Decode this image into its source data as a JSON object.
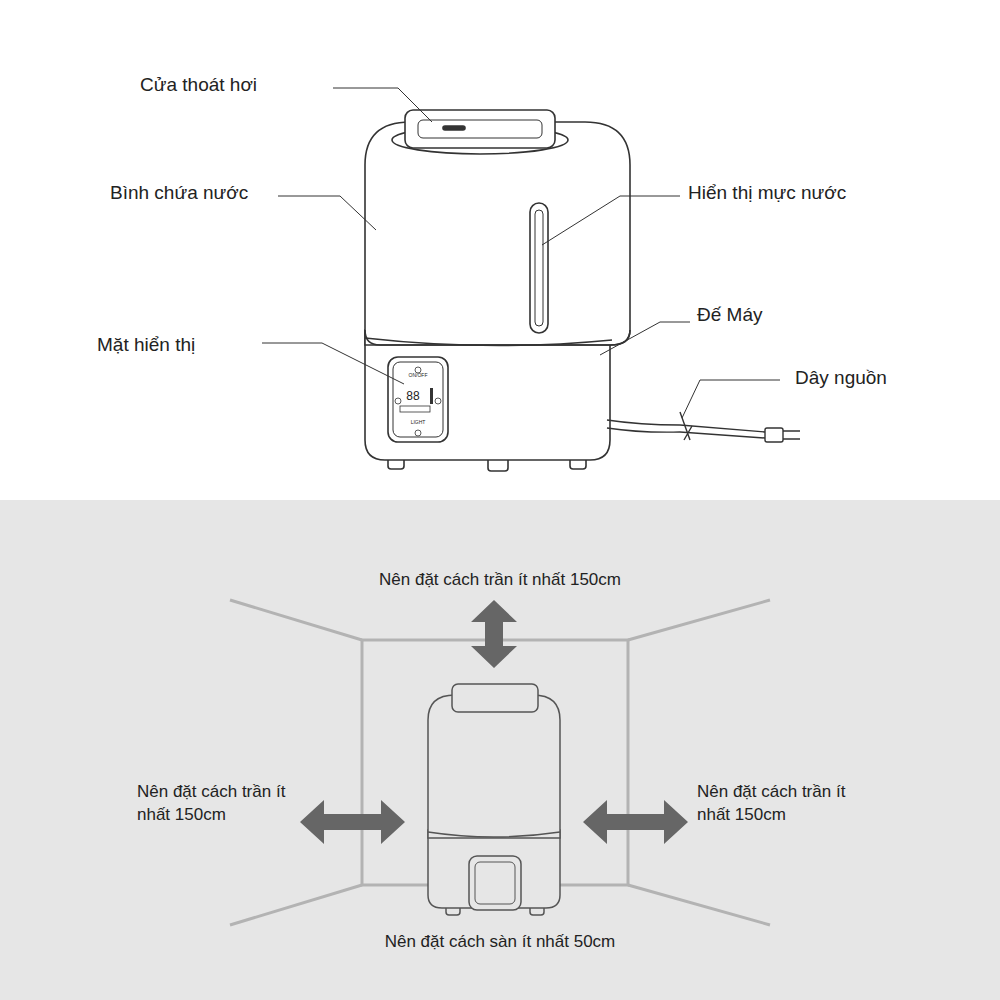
{
  "diagram": {
    "labels": [
      "Cửa thoát hơi",
      "Bình chứa nước",
      "Hiển thị mực nước",
      "Mặt hiển thị",
      "Đế Máy",
      "Dây nguồn",
      "ON/OFF",
      "88",
      "LIGHT",
      "Nên đặt cách trần ít nhất 150cm",
      "Nên đặt cách trần ít nhất 150cm",
      "Nên đặt cách trần ít nhất 150cm",
      "Nên đặt cách sàn ít nhất 50cm"
    ]
  }
}
